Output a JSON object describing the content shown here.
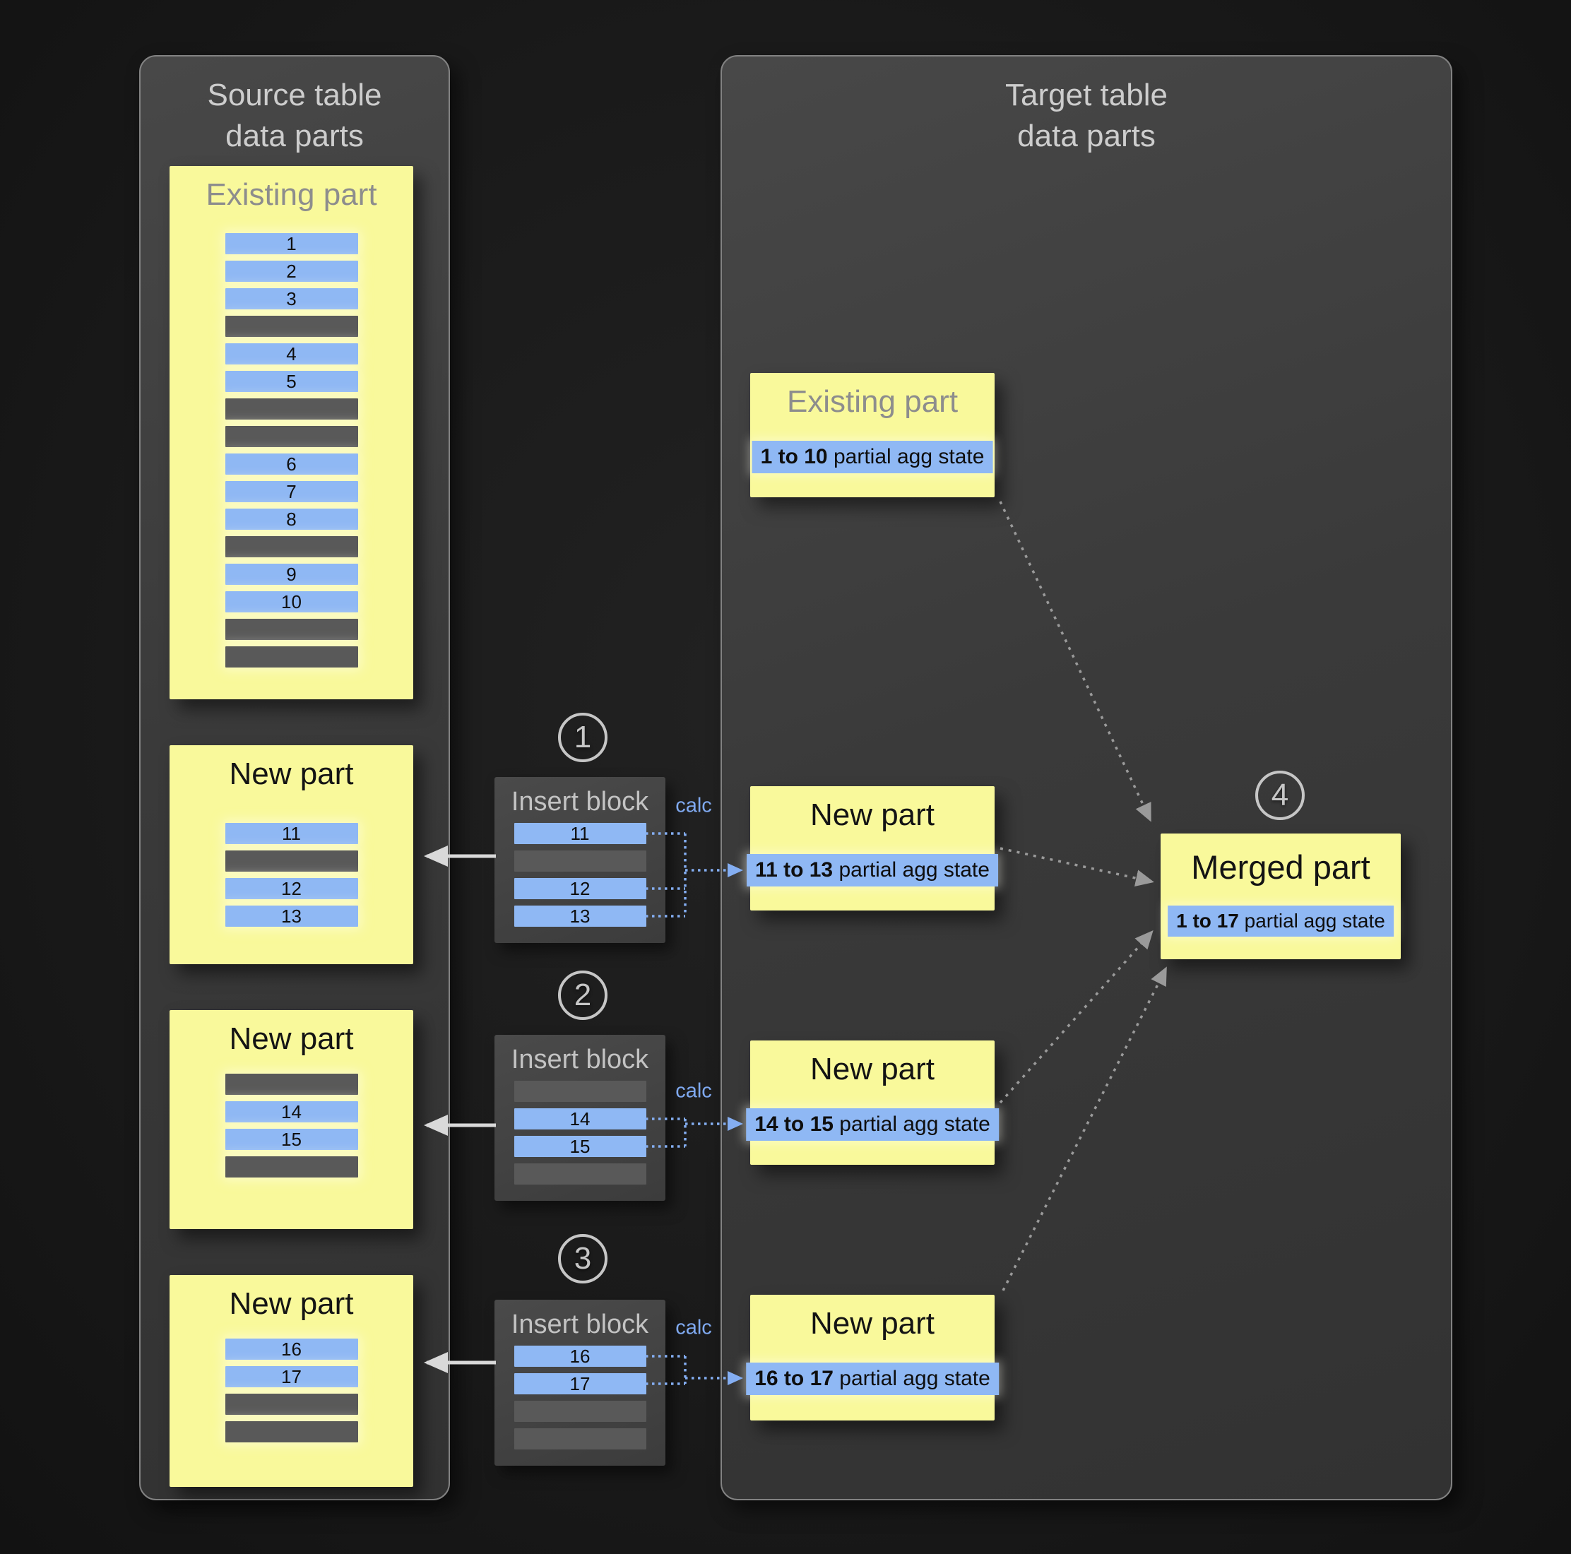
{
  "colors": {
    "background": "#1a1a1a",
    "panel_fill": "#3b3b3b",
    "panel_border": "#828282",
    "part_yellow": "#f9f99b",
    "data_row_blue": "#8fb8f4",
    "empty_row_gray": "#595959",
    "insert_block_fill": "#424242",
    "calc_blue": "#7fa9f0",
    "merge_arrow_gray": "#9a9a9a",
    "insert_arrow_white": "#d9d9d9"
  },
  "source_panel": {
    "title_line1": "Source table",
    "title_line2": "data parts",
    "existing_part": {
      "title": "Existing part",
      "rows": [
        {
          "type": "data",
          "label": "1"
        },
        {
          "type": "data",
          "label": "2"
        },
        {
          "type": "data",
          "label": "3"
        },
        {
          "type": "empty"
        },
        {
          "type": "data",
          "label": "4"
        },
        {
          "type": "data",
          "label": "5"
        },
        {
          "type": "empty"
        },
        {
          "type": "empty"
        },
        {
          "type": "data",
          "label": "6"
        },
        {
          "type": "data",
          "label": "7"
        },
        {
          "type": "data",
          "label": "8"
        },
        {
          "type": "empty"
        },
        {
          "type": "data",
          "label": "9"
        },
        {
          "type": "data",
          "label": "10"
        },
        {
          "type": "empty"
        },
        {
          "type": "empty"
        }
      ]
    },
    "new_parts": [
      {
        "title": "New part",
        "rows": [
          {
            "type": "data",
            "label": "11"
          },
          {
            "type": "empty"
          },
          {
            "type": "data",
            "label": "12"
          },
          {
            "type": "data",
            "label": "13"
          }
        ]
      },
      {
        "title": "New part",
        "rows": [
          {
            "type": "empty"
          },
          {
            "type": "data",
            "label": "14"
          },
          {
            "type": "data",
            "label": "15"
          },
          {
            "type": "empty"
          }
        ]
      },
      {
        "title": "New part",
        "rows": [
          {
            "type": "data",
            "label": "16"
          },
          {
            "type": "data",
            "label": "17"
          },
          {
            "type": "empty"
          },
          {
            "type": "empty"
          }
        ]
      }
    ]
  },
  "insert_blocks": [
    {
      "step": "1",
      "title": "Insert block",
      "calc_label": "calc",
      "rows": [
        {
          "type": "data",
          "label": "11"
        },
        {
          "type": "empty"
        },
        {
          "type": "data",
          "label": "12"
        },
        {
          "type": "data",
          "label": "13"
        }
      ]
    },
    {
      "step": "2",
      "title": "Insert block",
      "calc_label": "calc",
      "rows": [
        {
          "type": "empty"
        },
        {
          "type": "data",
          "label": "14"
        },
        {
          "type": "data",
          "label": "15"
        },
        {
          "type": "empty"
        }
      ]
    },
    {
      "step": "3",
      "title": "Insert block",
      "calc_label": "calc",
      "rows": [
        {
          "type": "data",
          "label": "16"
        },
        {
          "type": "data",
          "label": "17"
        },
        {
          "type": "empty"
        },
        {
          "type": "empty"
        }
      ]
    }
  ],
  "target_panel": {
    "title_line1": "Target table",
    "title_line2": "data parts",
    "existing_part": {
      "title": "Existing part",
      "agg_range": "1 to 10",
      "agg_suffix": "partial agg state"
    },
    "new_parts": [
      {
        "title": "New part",
        "agg_range": "11 to 13",
        "agg_suffix": "partial agg state"
      },
      {
        "title": "New part",
        "agg_range": "14 to 15",
        "agg_suffix": "partial agg state"
      },
      {
        "title": "New part",
        "agg_range": "16 to 17",
        "agg_suffix": "partial agg state"
      }
    ],
    "merged_part": {
      "step": "4",
      "title": "Merged part",
      "agg_range": "1 to 17",
      "agg_suffix": "partial agg state"
    }
  }
}
